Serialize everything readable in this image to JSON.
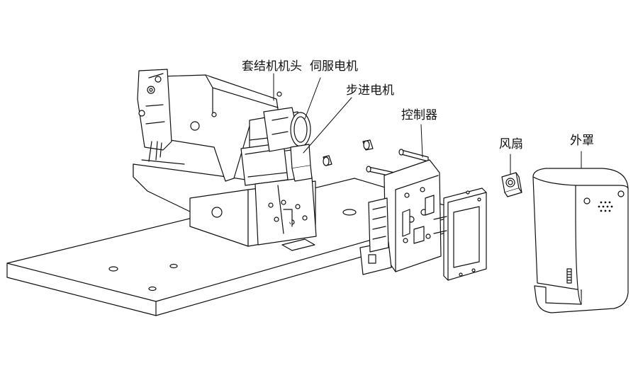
{
  "labels": {
    "sewing_head": "套结机机头",
    "servo_motor": "伺服电机",
    "stepper_motor": "步进电机",
    "controller": "控制器",
    "fan": "风扇",
    "cover": "外罩"
  }
}
